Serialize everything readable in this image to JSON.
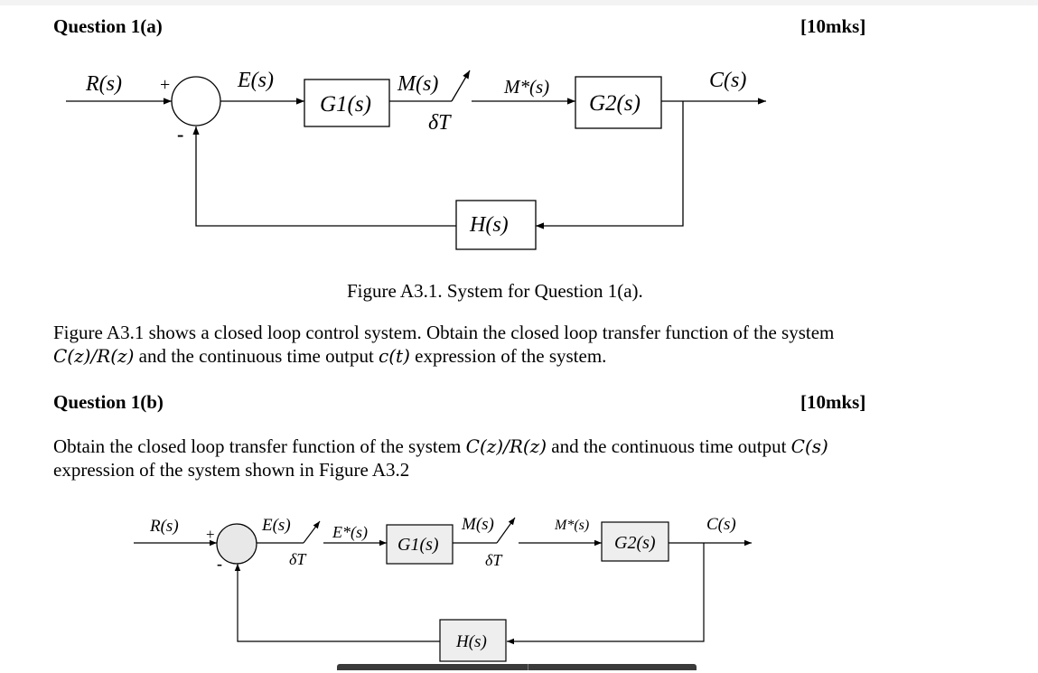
{
  "q1a": {
    "heading": "Question 1(a)",
    "marks": "[10mks]",
    "diagram": {
      "input": "R(s)",
      "plus": "+",
      "minus": "-",
      "error": "E(s)",
      "g1": "G1(s)",
      "m": "M(s)",
      "sampler": "δT",
      "m_star": "M*(s)",
      "g2": "G2(s)",
      "output": "C(s)",
      "h": "H(s)"
    },
    "caption": "Figure A3.1. System for Question 1(a).",
    "text_line1": "Figure A3.1 shows a closed loop control system. Obtain the closed loop transfer function of the system",
    "text_line2_math1": "C(z)/R(z)",
    "text_line2_mid": " and the continuous time output ",
    "text_line2_math2": "c(t)",
    "text_line2_end": " expression of the system."
  },
  "q1b": {
    "heading": "Question 1(b)",
    "marks": "[10mks]",
    "text_line1_start": "Obtain the closed loop transfer function of the system ",
    "text_line1_math1": "C(z)/R(z)",
    "text_line1_mid": " and the continuous time output ",
    "text_line1_math2": "C(s)",
    "text_line2": "expression of the system shown in Figure A3.2",
    "diagram": {
      "input": "R(s)",
      "plus": "+",
      "minus": "-",
      "error": "E(s)",
      "sampler1": "δT",
      "e_star": "E*(s)",
      "g1": "G1(s)",
      "m": "M(s)",
      "sampler2": "δT",
      "m_star": "M*(s)",
      "g2": "G2(s)",
      "output": "C(s)",
      "h": "H(s)"
    }
  }
}
